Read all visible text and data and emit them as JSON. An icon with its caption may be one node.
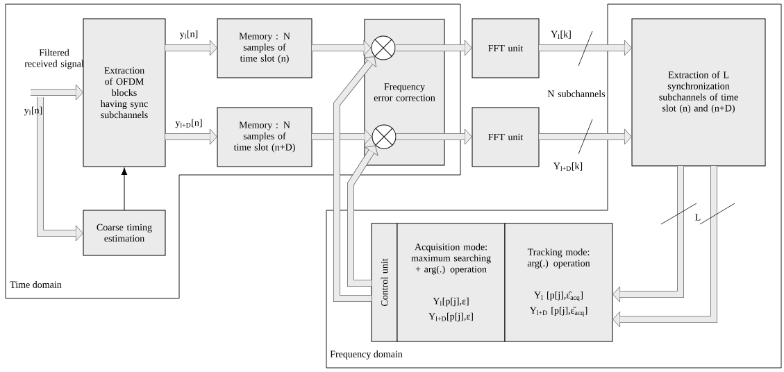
{
  "diagram": {
    "nodes": [
      {
        "text": [
          "Time domain"
        ]
      },
      {
        "text": [
          "Extraction of OFDM blocks having sync subchannels"
        ],
        "in": 0
      },
      {
        "text": [
          "Memory : N samples of time slot (n)"
        ],
        "in": 0
      },
      {
        "text": [
          "Memory : N samples of time slot (n+D)"
        ],
        "in": 0
      },
      {
        "text": [
          "Coarse timing estimation"
        ],
        "in": 0
      },
      {
        "text": [
          "Frequency error correction"
        ],
        "in": 0
      },
      {
        "text": [],
        "shape": "circle",
        "in": 5
      },
      {
        "text": [],
        "shape": "circle",
        "in": 5
      },
      {
        "text": [
          "FFT unit"
        ]
      },
      {
        "text": [
          "FFT unit"
        ]
      },
      {
        "text": [
          "Frequency domain"
        ]
      },
      {
        "text": [
          "Extraction of L synchronization subchannels of time slot (n) and (n+D)"
        ],
        "in": 10
      },
      {
        "text": [
          "Control unit"
        ],
        "in": 10
      },
      {
        "text": [
          "Acquisition mode: maximum searching + arg(.) operation",
          "Y$_{l}$[p[j],ε]",
          "Y$_{l+D}$[p[j],ε]"
        ],
        "in": 10
      },
      {
        "text": [
          "Tracking mode: arg(.) operation",
          "Y$_{l}$ [p[j],ε̂$_{acq}$]",
          "Y$_{l+D}$ [p[j],ε̂$_{acq}$]"
        ],
        "in": 10
      }
    ],
    "edges": [
      {
        "from": null,
        "to": 1,
        "arrow": "to"
      },
      {
        "from": null,
        "to": 4,
        "arrow": "to"
      },
      {
        "from": 4,
        "to": 1,
        "arrow": "to",
        "color": "#000000"
      },
      {
        "from": 1,
        "to": 2,
        "arrow": "to",
        "label": "y$_{l}$[n]"
      },
      {
        "from": 1,
        "to": 3,
        "arrow": "to",
        "label": "y$_{l+D}$[n]"
      },
      {
        "from": 2,
        "to": 6,
        "arrow": "to"
      },
      {
        "from": 3,
        "to": 7,
        "arrow": "to"
      },
      {
        "from": 12,
        "to": 6,
        "arrow": "to"
      },
      {
        "from": 12,
        "to": 7,
        "arrow": "to"
      },
      {
        "from": 6,
        "to": 8,
        "arrow": "to"
      },
      {
        "from": 7,
        "to": 9,
        "arrow": "to"
      },
      {
        "from": 8,
        "to": 11,
        "arrow": "to",
        "label": "Y$_{l}$[k]"
      },
      {
        "from": 9,
        "to": 11,
        "arrow": "to",
        "label": "Y$_{l+D}$[k]"
      },
      {
        "from": 11,
        "to": 14,
        "arrow": "to"
      },
      {
        "from": 11,
        "to": 14,
        "arrow": "to"
      }
    ],
    "labels": [
      "Filtered received signal",
      "y$_{l}$[n]",
      "N subchannels",
      "L"
    ]
  }
}
